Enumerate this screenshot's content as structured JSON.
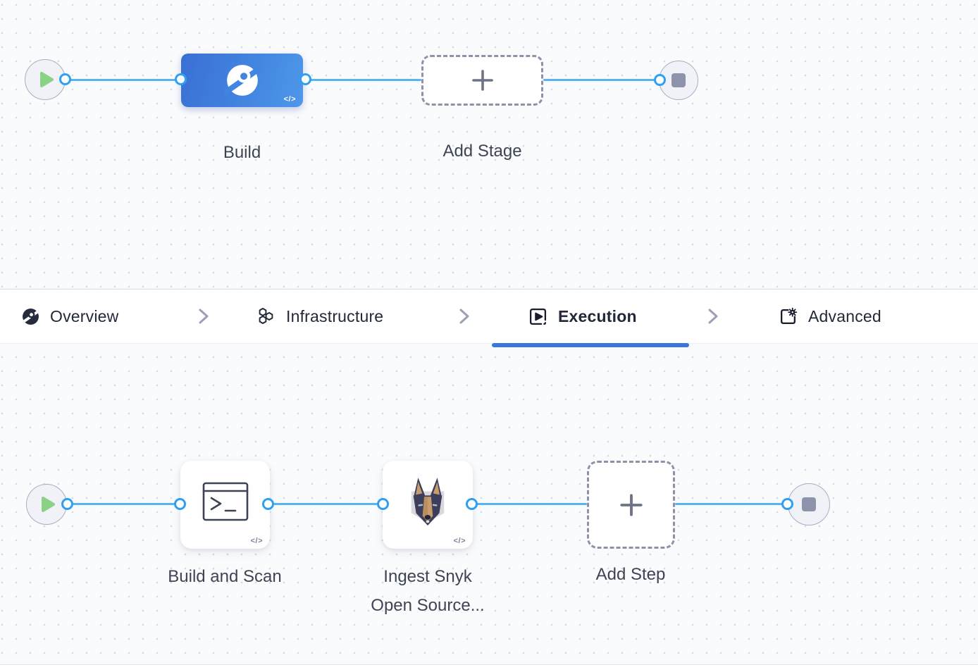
{
  "stage_graph": {
    "start": {
      "icon": "play-icon"
    },
    "end": {
      "icon": "stop-icon"
    },
    "build": {
      "label": "Build",
      "icon": "harness-ci-icon",
      "code_badge": "</>"
    },
    "add_stage": {
      "label": "Add Stage",
      "icon": "plus-icon"
    }
  },
  "tab_bar": {
    "tabs": [
      {
        "label": "Overview",
        "icon": "overview-icon",
        "active": false
      },
      {
        "label": "Infrastructure",
        "icon": "infrastructure-icon",
        "active": false
      },
      {
        "label": "Execution",
        "icon": "execution-icon",
        "active": true
      },
      {
        "label": "Advanced",
        "icon": "advanced-icon",
        "active": false
      }
    ]
  },
  "execution_graph": {
    "start": {
      "icon": "play-icon"
    },
    "end": {
      "icon": "stop-icon"
    },
    "steps": [
      {
        "label": "Build and Scan",
        "icon": "terminal-icon",
        "code_badge": "</>"
      },
      {
        "label_line1": "Ingest Snyk",
        "label_line2": "Open Source...",
        "icon": "snyk-doberman-icon",
        "code_badge": "</>"
      }
    ],
    "add_step": {
      "label": "Add Step",
      "icon": "plus-icon"
    }
  },
  "colors": {
    "canvas_bg": "#fafbfd",
    "dot_grid": "#d7dae3",
    "edge_blue": "#57b4f0",
    "connector_ring": "#2f9ff2",
    "stage_blue_start": "#3a70d4",
    "stage_blue_end": "#4f97ea",
    "active_tab_underline": "#3b76dd",
    "play_green": "#8bd287",
    "stop_gray": "#8e93ac"
  }
}
